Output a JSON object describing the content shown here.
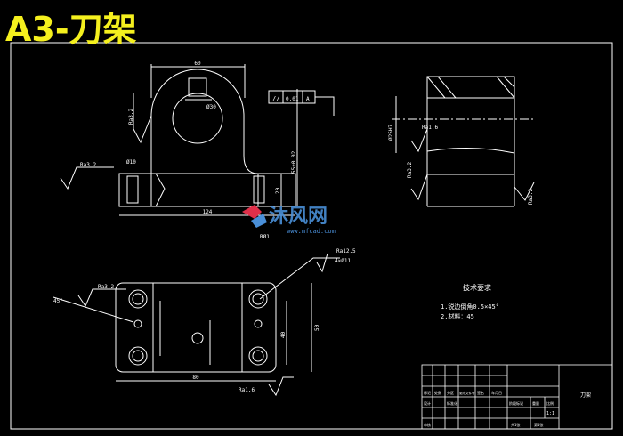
{
  "header": {
    "title": "A3-刀架",
    "title_color": "#f5f01e"
  },
  "watermark": {
    "brand": "沐风网",
    "url": "www.mfcad.com"
  },
  "front_view": {
    "top_width": "60",
    "height": "55±0.02",
    "step_height": "20",
    "bore_dim": "Ø30",
    "hole_dim": "Ø10",
    "base_length": "124",
    "base_label": "RØ1",
    "roughness_left": "Ra3.2",
    "roughness_base": "Ra3.2",
    "tolerance_symbol": "//",
    "tolerance_value": "0.01",
    "tolerance_datum": "A"
  },
  "side_view": {
    "roughness_1": "Ra1.6",
    "roughness_2": "Ra3.2",
    "roughness_3": "Ra3.2",
    "dim_label": "Ø25H7"
  },
  "plan_view": {
    "roughness_top": "Ra12.5",
    "holes": "4×Ø11",
    "roughness_left": "Ra3.2",
    "roughness_bottom": "Ra1.6",
    "width": "80",
    "height_right": "50",
    "dim_small": "40",
    "angle": "45°"
  },
  "notes": {
    "heading": "技术要求",
    "items": [
      "1.锐边倒角0.5×45°",
      "2.材料：45"
    ]
  },
  "title_block": {
    "part_name": "刀架",
    "row_a": [
      "标记",
      "处数",
      "分区",
      "更改文件号",
      "签名",
      "年月日"
    ],
    "row_b": [
      "设计",
      "",
      "标准化",
      "",
      "阶段标记",
      "重量",
      "比例"
    ],
    "ratio": "1:1",
    "row_c": [
      "审核",
      "",
      "",
      "",
      "共1张",
      "第1张"
    ]
  },
  "colors": {
    "line": "#ffffff",
    "accent": "#e0304a",
    "brand": "#4a8fd8"
  }
}
